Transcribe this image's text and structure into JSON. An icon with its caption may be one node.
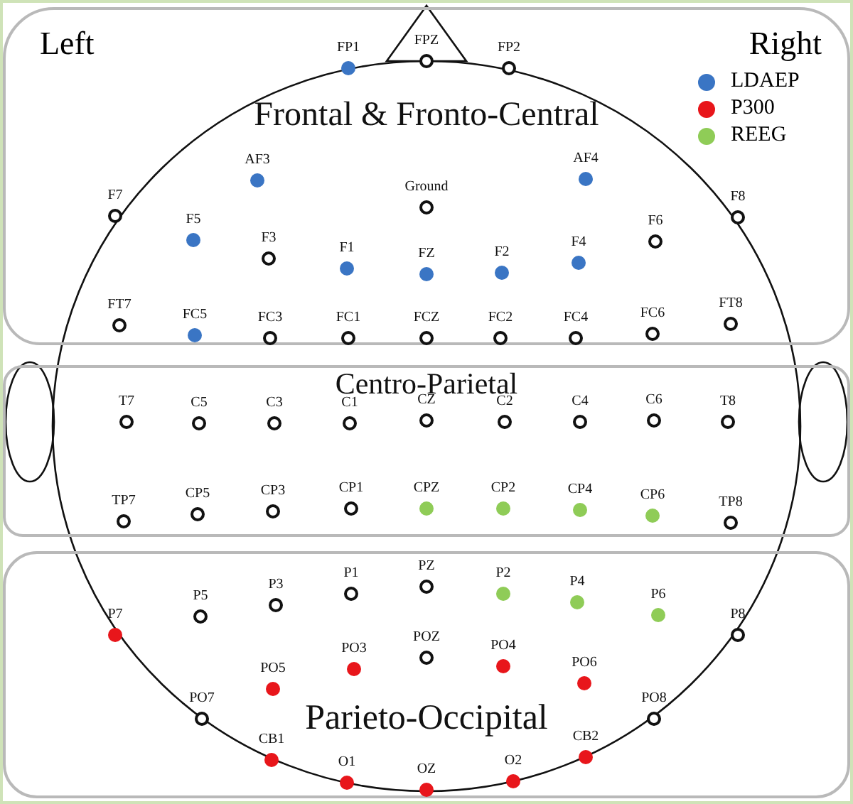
{
  "diagram": {
    "nodes": [
      {
        "text": [
          "Frontal & Fronto-Central"
        ]
      },
      {
        "text": [
          "FP1"
        ],
        "in": 0
      },
      {
        "text": [
          "FPZ"
        ],
        "in": 0
      },
      {
        "text": [
          "FP2"
        ],
        "in": 0
      },
      {
        "text": [
          "AF3"
        ],
        "in": 0
      },
      {
        "text": [
          "AF4"
        ],
        "in": 0
      },
      {
        "text": [
          "Ground"
        ],
        "in": 0
      },
      {
        "text": [
          "F7"
        ],
        "in": 0
      },
      {
        "text": [
          "F8"
        ],
        "in": 0
      },
      {
        "text": [
          "F5"
        ],
        "in": 0
      },
      {
        "text": [
          "F3"
        ],
        "in": 0
      },
      {
        "text": [
          "F1"
        ],
        "in": 0
      },
      {
        "text": [
          "FZ"
        ],
        "in": 0
      },
      {
        "text": [
          "F2"
        ],
        "in": 0
      },
      {
        "text": [
          "F4"
        ],
        "in": 0
      },
      {
        "text": [
          "F6"
        ],
        "in": 0
      },
      {
        "text": [
          "FT7"
        ],
        "in": 0
      },
      {
        "text": [
          "FC5"
        ],
        "in": 0
      },
      {
        "text": [
          "FC3"
        ],
        "in": 0
      },
      {
        "text": [
          "FC1"
        ],
        "in": 0
      },
      {
        "text": [
          "FCZ"
        ],
        "in": 0
      },
      {
        "text": [
          "FC2"
        ],
        "in": 0
      },
      {
        "text": [
          "FC4"
        ],
        "in": 0
      },
      {
        "text": [
          "FC6"
        ],
        "in": 0
      },
      {
        "text": [
          "FT8"
        ],
        "in": 0
      },
      {
        "text": [
          "Centro-Parietal"
        ]
      },
      {
        "text": [
          "T7"
        ],
        "in": 25
      },
      {
        "text": [
          "C5"
        ],
        "in": 25
      },
      {
        "text": [
          "C3"
        ],
        "in": 25
      },
      {
        "text": [
          "C1"
        ],
        "in": 25
      },
      {
        "text": [
          "CZ"
        ],
        "in": 25
      },
      {
        "text": [
          "C2"
        ],
        "in": 25
      },
      {
        "text": [
          "C4"
        ],
        "in": 25
      },
      {
        "text": [
          "C6"
        ],
        "in": 25
      },
      {
        "text": [
          "T8"
        ],
        "in": 25
      },
      {
        "text": [
          "TP7"
        ],
        "in": 25
      },
      {
        "text": [
          "CP5"
        ],
        "in": 25
      },
      {
        "text": [
          "CP3"
        ],
        "in": 25
      },
      {
        "text": [
          "CP1"
        ],
        "in": 25
      },
      {
        "text": [
          "CPZ"
        ],
        "in": 25
      },
      {
        "text": [
          "CP2"
        ],
        "in": 25
      },
      {
        "text": [
          "CP4"
        ],
        "in": 25
      },
      {
        "text": [
          "CP6"
        ],
        "in": 25
      },
      {
        "text": [
          "TP8"
        ],
        "in": 25
      },
      {
        "text": [
          "Parieto-Occipital"
        ]
      },
      {
        "text": [
          "P7"
        ],
        "in": 44
      },
      {
        "text": [
          "P5"
        ],
        "in": 44
      },
      {
        "text": [
          "P3"
        ],
        "in": 44
      },
      {
        "text": [
          "P1"
        ],
        "in": 44
      },
      {
        "text": [
          "PZ"
        ],
        "in": 44
      },
      {
        "text": [
          "P2"
        ],
        "in": 44
      },
      {
        "text": [
          "P4"
        ],
        "in": 44
      },
      {
        "text": [
          "P6"
        ],
        "in": 44
      },
      {
        "text": [
          "P8"
        ],
        "in": 44
      },
      {
        "text": [
          "PO5"
        ],
        "in": 44
      },
      {
        "text": [
          "PO3"
        ],
        "in": 44
      },
      {
        "text": [
          "POZ"
        ],
        "in": 44
      },
      {
        "text": [
          "PO4"
        ],
        "in": 44
      },
      {
        "text": [
          "PO6"
        ],
        "in": 44
      },
      {
        "text": [
          "PO7"
        ],
        "in": 44
      },
      {
        "text": [
          "PO8"
        ],
        "in": 44
      },
      {
        "text": [
          "CB1"
        ],
        "in": 44
      },
      {
        "text": [
          "CB2"
        ],
        "in": 44
      },
      {
        "text": [
          "O1"
        ],
        "in": 44
      },
      {
        "text": [
          "OZ"
        ],
        "in": 44
      },
      {
        "text": [
          "O2"
        ],
        "in": 44
      }
    ],
    "labels": [
      "Left",
      "Right"
    ],
    "legend": [
      {
        "text": "LDAEP",
        "color": "#3a75c4"
      },
      {
        "text": "P300",
        "color": "#e8161b"
      },
      {
        "text": "REEG",
        "color": "#8fcc57"
      }
    ]
  }
}
